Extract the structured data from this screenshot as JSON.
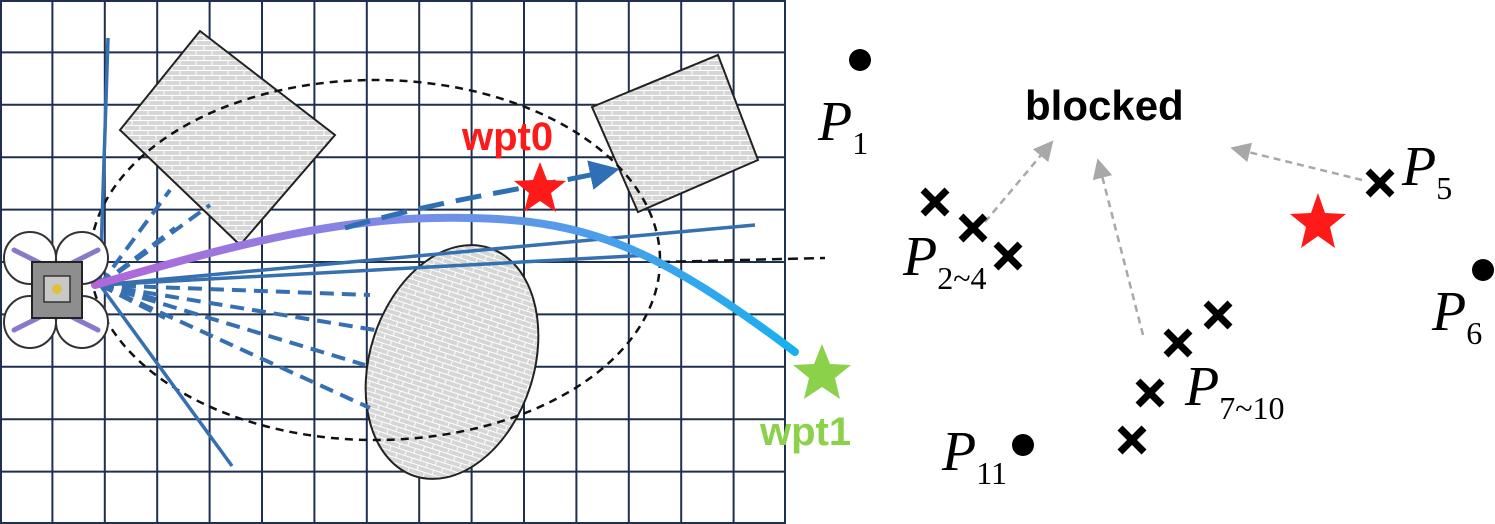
{
  "colors": {
    "grid": "#1f2f4f",
    "ray": "#3670b0",
    "obstacle_fill": "#d6d6d6",
    "wpt0": "#ff1a1a",
    "wpt1": "#8bd14a",
    "trajectory_start": "#b266d8",
    "trajectory_end": "#18b0ee",
    "arrow_gray": "#a8a8a8"
  },
  "left_panel": {
    "waypoints": {
      "wpt0": {
        "label": "wpt0"
      },
      "wpt1": {
        "label": "wpt1"
      }
    },
    "icons": [
      "quadrotor-icon",
      "star-icon"
    ]
  },
  "right_panel": {
    "blocked_label": "blocked",
    "points": [
      {
        "id": "p1",
        "base": "P",
        "sub": "1",
        "marker": "dot"
      },
      {
        "id": "p2-4",
        "base": "P",
        "sub": "2~4",
        "marker": "cross"
      },
      {
        "id": "p5",
        "base": "P",
        "sub": "5",
        "marker": "cross"
      },
      {
        "id": "p6",
        "base": "P",
        "sub": "6",
        "marker": "dot"
      },
      {
        "id": "p7-10",
        "base": "P",
        "sub": "7~10",
        "marker": "cross"
      },
      {
        "id": "p11",
        "base": "P",
        "sub": "11",
        "marker": "dot"
      }
    ]
  }
}
